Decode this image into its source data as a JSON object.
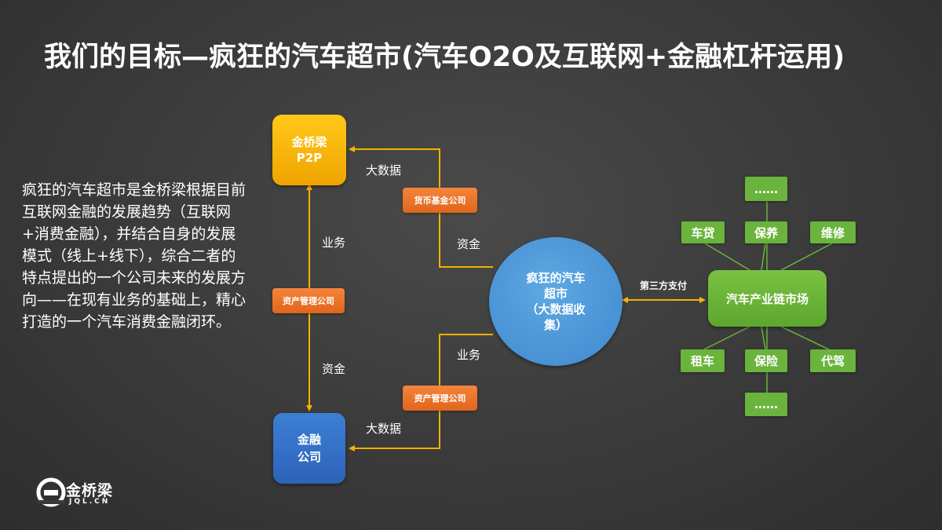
{
  "slide": {
    "title": "我们的目标—疯狂的汽车超市(汽车O2O及互联网+金融杠杆运用)",
    "description": "疯狂的汽车超市是金桥梁根据目前互联网金融的发展趋势（互联网+消费金融），并结合自身的发展模式（线上+线下），综合二者的特点提出的一个公司未来的发展方向——在现有业务的基础上，精心打造的一个汽车消费金融闭环。"
  },
  "diagram": {
    "p2p": {
      "line1": "金桥梁",
      "line2": "P2P"
    },
    "finance": {
      "line1": "金融",
      "line2": "公司"
    },
    "money_fund": "货币基金公司",
    "asset_mgmt_left": "资产管理公司",
    "asset_mgmt_right": "资产管理公司",
    "hub": {
      "line1": "疯狂的汽车",
      "line2": "超市",
      "line3": "（大数据收",
      "line4": "集）"
    },
    "market": "汽车产业链市场",
    "third_party_pay": "第三方支付",
    "labels": {
      "big_data_top": "大数据",
      "funds_top": "资金",
      "business_left": "业务",
      "funds_left": "资金",
      "business_bottom": "业务",
      "big_data_bottom": "大数据"
    },
    "services_top": [
      "车贷",
      "保养",
      "维修"
    ],
    "services_bottom": [
      "租车",
      "保险",
      "代驾"
    ],
    "more_top": "……",
    "more_bottom": "……"
  },
  "logo": {
    "name": "金桥梁",
    "domain": "JQL.CN"
  },
  "colors": {
    "arrow": "#f5b100",
    "orange": "#e96f24",
    "green": "#6ab33c",
    "blue_circle": "#4a93d6",
    "yellow_box": "#fbb90f",
    "blue_box": "#3470c6"
  }
}
